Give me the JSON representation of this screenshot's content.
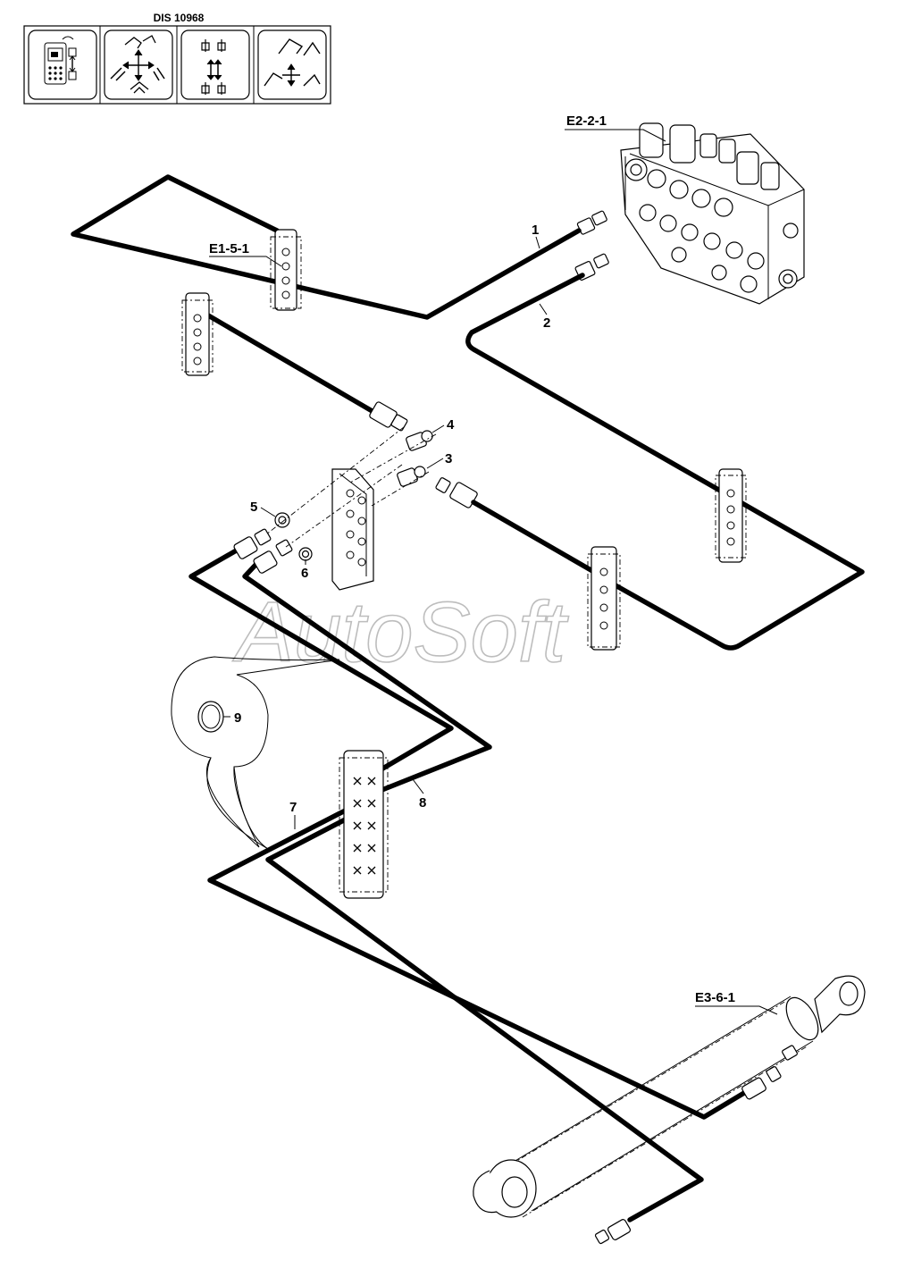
{
  "header": {
    "code": "DIS 10968"
  },
  "icons": [
    "remote-control-icon",
    "boom-movements-icon",
    "lever-directions-icon",
    "excavator-arm-icon"
  ],
  "watermark": "AutoSoft",
  "assembly_refs": [
    "E2-2-1",
    "E1-5-1",
    "E3-6-1"
  ],
  "callouts": [
    "1",
    "2",
    "3",
    "4",
    "5",
    "6",
    "7",
    "8",
    "9"
  ]
}
